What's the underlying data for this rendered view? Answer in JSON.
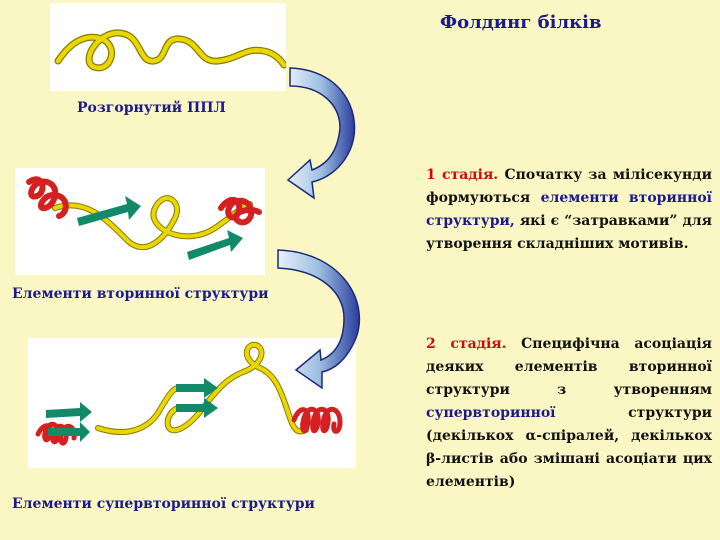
{
  "title": "Фолдинг білків",
  "captions": {
    "unfolded": "Розгорнутий ППЛ",
    "secondary": "Елементи вторинної структури",
    "supersecondary": "Елементи супервторинної структури"
  },
  "stage1": {
    "label": "1 стадія.",
    "text_a": " Спочатку за мілісекунди формуються ",
    "highlight": "елементи вторинної структури,",
    "text_b": " які є “затравками” для утворення складніших мотивів."
  },
  "stage2": {
    "label": "2 стадія.",
    "text_a": " Специфічна асоціація деяких елементів вторинної структури з утворенням ",
    "highlight": "супервторинної",
    "text_b": " структури (декількох α-спіралей, декількох β-листів або змішані асоціати цих елементів)"
  },
  "colors": {
    "background": "#fbf7c4",
    "heading": "#1a1a8c",
    "label_red": "#cc0a0a",
    "strand": "#e8d800",
    "helix": "#d42020",
    "sheet": "#128a6a",
    "arrow_light": "#bcd4ec",
    "arrow_dark": "#2a3e9e"
  },
  "illustrations": {
    "panel1": "unfolded-chain",
    "panel2": "secondary-elements",
    "panel3": "supersecondary-elements"
  }
}
